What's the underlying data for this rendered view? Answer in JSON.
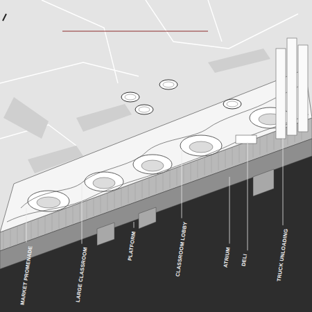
{
  "diagram": {
    "labels": [
      "MARKET PROMENADE",
      "LARGE CLASSROOM",
      "PLATFORM",
      "CLASSROOM LOBBY",
      "ATRIUM",
      "DELI",
      "TRUCK UNLOADING"
    ]
  }
}
